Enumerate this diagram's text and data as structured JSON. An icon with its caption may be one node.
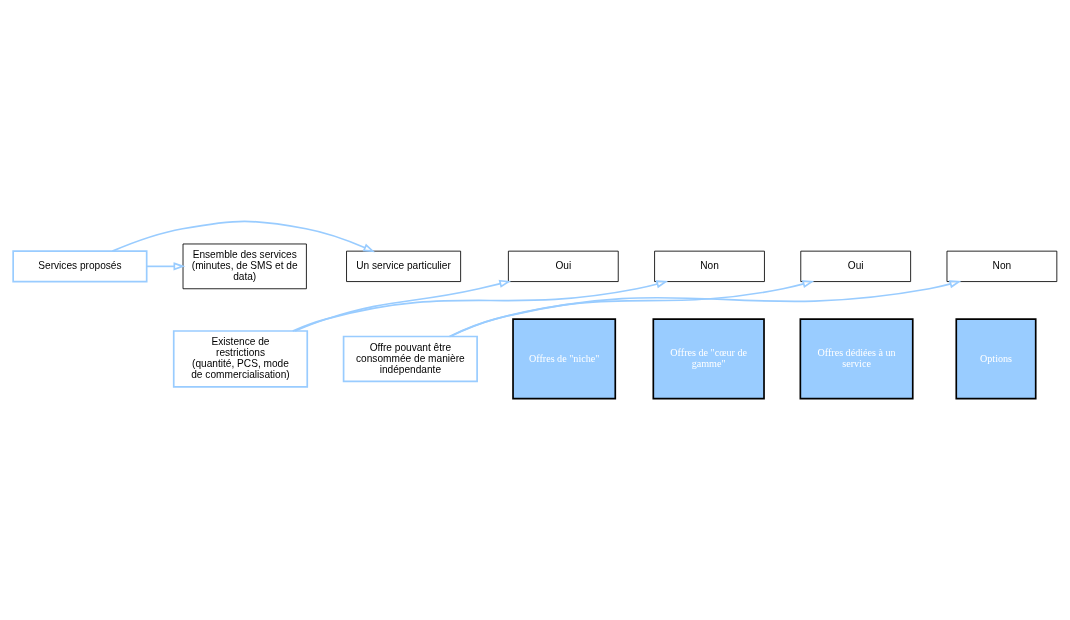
{
  "diagram": {
    "nodes": [
      {
        "text": [
          "Services proposés"
        ]
      },
      {
        "text": [
          "Ensemble des services (minutes, de SMS et de data)"
        ]
      },
      {
        "text": [
          "Un service particulier"
        ]
      },
      {
        "text": [
          "Existence de restrictions (quantité, PCS, mode de commercialisation)"
        ]
      },
      {
        "text": [
          "Offre pouvant être consommée de manière indépendante"
        ]
      },
      {
        "text": [
          "Oui"
        ]
      },
      {
        "text": [
          "Non"
        ]
      },
      {
        "text": [
          "Oui"
        ]
      },
      {
        "text": [
          "Non"
        ]
      },
      {
        "text": [
          "Offres de \"niche\""
        ]
      },
      {
        "text": [
          "Offres de \"cœur de gamme\""
        ]
      },
      {
        "text": [
          "Offres dédiées à un service"
        ]
      },
      {
        "text": [
          "Options"
        ]
      }
    ],
    "edges": [
      {
        "from": 0,
        "to": 1,
        "arrow": "to"
      },
      {
        "from": 0,
        "to": 2,
        "arrow": "to"
      },
      {
        "from": 3,
        "to": 5,
        "arrow": "to"
      },
      {
        "from": 3,
        "to": 6,
        "arrow": "to"
      },
      {
        "from": 4,
        "to": 7,
        "arrow": "to"
      },
      {
        "from": 4,
        "to": 8,
        "arrow": "to"
      }
    ]
  }
}
